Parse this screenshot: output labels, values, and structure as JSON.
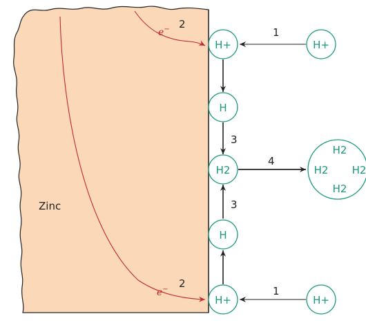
{
  "material": {
    "label": "Zinc",
    "fill_color": "#fbd9b8"
  },
  "colors": {
    "species": "#1a9a7c",
    "electron": "#c02a2a",
    "arrow": "#222222"
  },
  "species": {
    "h_ion": "H+",
    "h_atom": "H",
    "h2": "H2",
    "bubble": [
      "H2",
      "H2",
      "H2",
      "H2"
    ]
  },
  "electron": {
    "symbol": "e",
    "sup": "−"
  },
  "steps": {
    "top_adsorption": "1",
    "top_electron": "2",
    "upper_combination": "3",
    "desorption": "4",
    "lower_combination": "3",
    "bottom_electron": "2",
    "bottom_adsorption": "1"
  }
}
